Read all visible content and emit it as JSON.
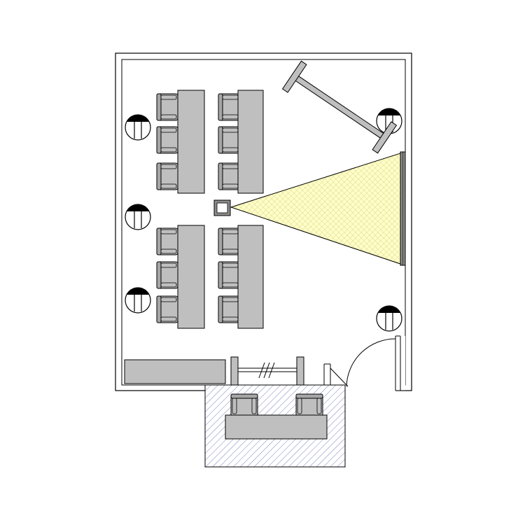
{
  "colors": {
    "wall": "#000000",
    "furniture": "#bfbfbf",
    "furniture_dark": "#8c8c8c",
    "projection_fill": "#ffffc8",
    "projection_hatch": "#e6e0a0",
    "booth_hatch": "#8080c0",
    "background": "#ffffff"
  },
  "icons": {
    "chair": "chair-icon",
    "ceiling_light": "ceiling-light-icon",
    "projector": "projector-icon",
    "screen": "projection-screen-icon",
    "door": "door-icon"
  },
  "room": {
    "desk_groups": 4,
    "chairs_per_desk": 3,
    "wall_lights": 5,
    "booth_chairs": 2
  }
}
